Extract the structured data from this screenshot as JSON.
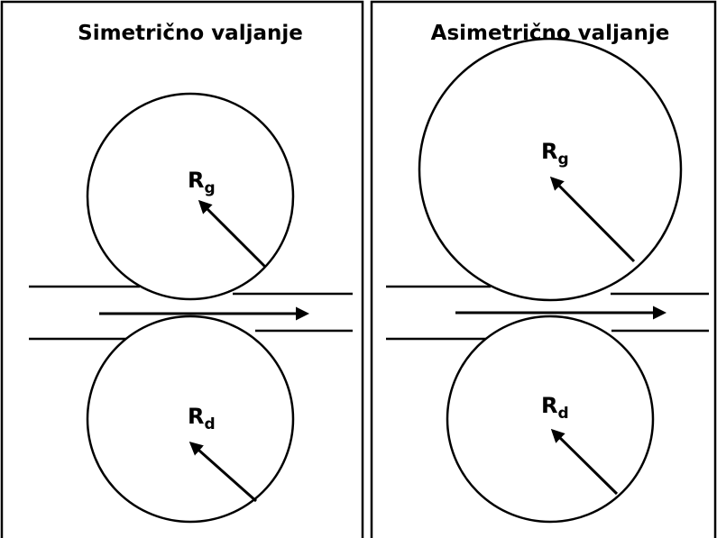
{
  "panels": {
    "symmetric": {
      "title": "Simetrično valjanje",
      "upper_roll": {
        "label": "R",
        "subscript": "g"
      },
      "lower_roll": {
        "label": "R",
        "subscript": "d"
      }
    },
    "asymmetric": {
      "title": "Asimetrično valjanje",
      "upper_roll": {
        "label": "R",
        "subscript": "g"
      },
      "lower_roll": {
        "label": "R",
        "subscript": "d"
      }
    }
  },
  "colors": {
    "stroke": "#000000",
    "background": "#ffffff"
  }
}
